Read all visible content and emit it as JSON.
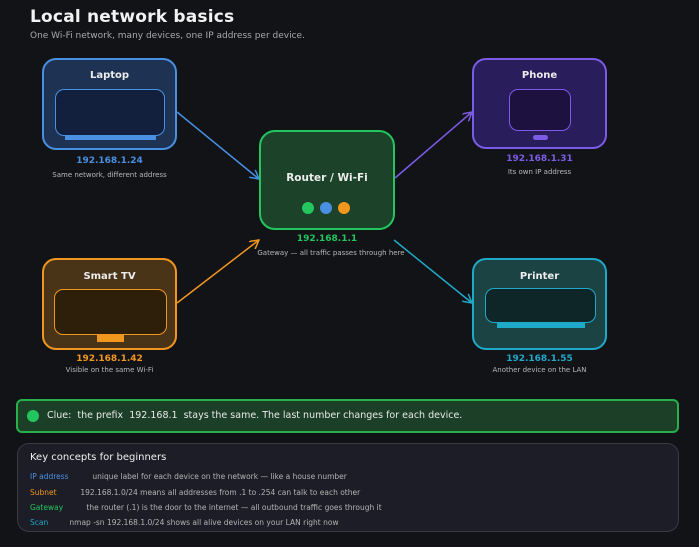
{
  "header": {
    "title": "Local network basics",
    "subtitle": "One Wi-Fi network, many devices, one IP address per device."
  },
  "colors": {
    "background": "#121317",
    "laptop": "#4a90e2",
    "router": "#22c55e",
    "phone": "#7c5ce6",
    "smart_tv": "#f2971e",
    "printer": "#1fa9c9"
  },
  "devices": {
    "laptop": {
      "name": "Laptop",
      "ip": "192.168.1.24",
      "note": "Same network, different address"
    },
    "router": {
      "name": "Router / Wi-Fi",
      "ip": "192.168.1.1",
      "note": "Gateway — all traffic passes through here",
      "status_lights": [
        "green",
        "blue",
        "orange"
      ]
    },
    "phone": {
      "name": "Phone",
      "ip": "192.168.1.31",
      "note": "Its own IP address"
    },
    "smart_tv": {
      "name": "Smart TV",
      "ip": "192.168.1.42",
      "note": "Visible on the same Wi-Fi"
    },
    "printer": {
      "name": "Printer",
      "ip": "192.168.1.55",
      "note": "Another device on the LAN"
    }
  },
  "connections": [
    {
      "from": "laptop",
      "to": "router"
    },
    {
      "from": "smart_tv",
      "to": "router"
    },
    {
      "from": "router",
      "to": "phone"
    },
    {
      "from": "router",
      "to": "printer"
    }
  ],
  "clue": {
    "text": "Clue:  the prefix  192.168.1  stays the same. The last number changes for each device."
  },
  "concepts": {
    "heading": "Key concepts for beginners",
    "items": [
      {
        "term": "IP address",
        "desc": "unique label for each device on the network — like a house number",
        "color": "#4a90e2"
      },
      {
        "term": "Subnet",
        "desc": "192.168.1.0/24 means all addresses from .1 to .254 can talk to each other",
        "color": "#f2971e"
      },
      {
        "term": "Gateway",
        "desc": "the router (.1) is the door to the internet — all outbound traffic goes through it",
        "color": "#22c55e"
      },
      {
        "term": "Scan",
        "desc": "nmap -sn 192.168.1.0/24 shows all alive devices on your LAN right now",
        "color": "#1fa9c9"
      }
    ]
  }
}
